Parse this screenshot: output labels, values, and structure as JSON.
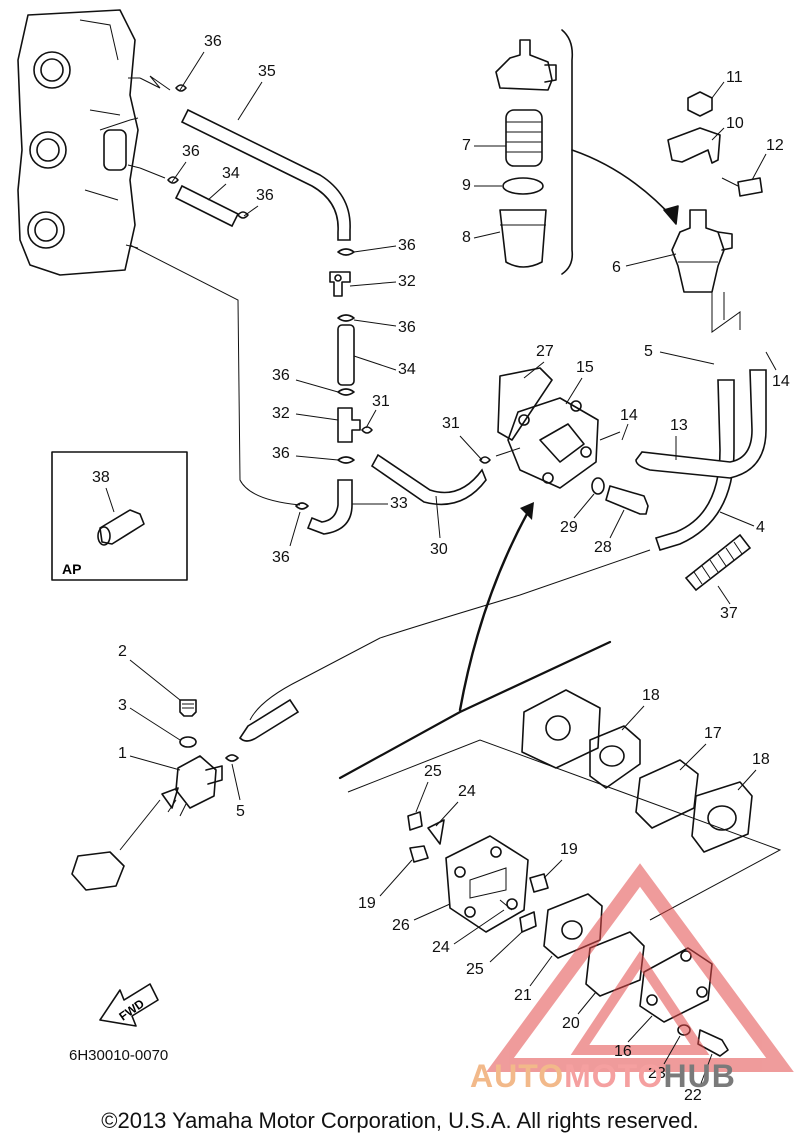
{
  "diagram": {
    "code": "6H30010-0070",
    "copyright": "©2013 Yamaha Motor Corporation, U.S.A. All rights reserved.",
    "inset_label": "AP",
    "direction_label": "FWD",
    "callouts": [
      {
        "ref": "36",
        "part": "clip"
      },
      {
        "ref": "35",
        "part": "hose"
      },
      {
        "ref": "36",
        "part": "clip"
      },
      {
        "ref": "34",
        "part": "hose"
      },
      {
        "ref": "36",
        "part": "clip"
      },
      {
        "ref": "36",
        "part": "clip"
      },
      {
        "ref": "32",
        "part": "joint"
      },
      {
        "ref": "36",
        "part": "clip"
      },
      {
        "ref": "34",
        "part": "hose"
      },
      {
        "ref": "36",
        "part": "clip"
      },
      {
        "ref": "32",
        "part": "joint"
      },
      {
        "ref": "31",
        "part": "clip"
      },
      {
        "ref": "36",
        "part": "clip"
      },
      {
        "ref": "33",
        "part": "hose"
      },
      {
        "ref": "36",
        "part": "clip"
      },
      {
        "ref": "30",
        "part": "hose"
      },
      {
        "ref": "31",
        "part": "clip"
      },
      {
        "ref": "7",
        "part": "filter element"
      },
      {
        "ref": "9",
        "part": "o-ring"
      },
      {
        "ref": "8",
        "part": "cup"
      },
      {
        "ref": "11",
        "part": "nut"
      },
      {
        "ref": "10",
        "part": "bracket"
      },
      {
        "ref": "12",
        "part": "bolt"
      },
      {
        "ref": "6",
        "part": "fuel filter"
      },
      {
        "ref": "5",
        "part": "clip"
      },
      {
        "ref": "14",
        "part": "clip"
      },
      {
        "ref": "27",
        "part": "gasket"
      },
      {
        "ref": "15",
        "part": "fuel pump"
      },
      {
        "ref": "14",
        "part": "clip"
      },
      {
        "ref": "13",
        "part": "hose"
      },
      {
        "ref": "4",
        "part": "fuel hose"
      },
      {
        "ref": "29",
        "part": "washer"
      },
      {
        "ref": "28",
        "part": "bolt"
      },
      {
        "ref": "37",
        "part": "protector"
      },
      {
        "ref": "38",
        "part": "joint"
      },
      {
        "ref": "2",
        "part": "screw"
      },
      {
        "ref": "3",
        "part": "washer"
      },
      {
        "ref": "1",
        "part": "fuel joint"
      },
      {
        "ref": "5",
        "part": "clip"
      },
      {
        "ref": "18",
        "part": "gasket"
      },
      {
        "ref": "17",
        "part": "diaphragm"
      },
      {
        "ref": "18",
        "part": "gasket"
      },
      {
        "ref": "25",
        "part": "screw"
      },
      {
        "ref": "24",
        "part": "valve"
      },
      {
        "ref": "19",
        "part": "nut"
      },
      {
        "ref": "19",
        "part": "nut"
      },
      {
        "ref": "26",
        "part": "pump body"
      },
      {
        "ref": "24",
        "part": "valve"
      },
      {
        "ref": "25",
        "part": "screw"
      },
      {
        "ref": "21",
        "part": "gasket"
      },
      {
        "ref": "20",
        "part": "diaphragm"
      },
      {
        "ref": "16",
        "part": "cover"
      },
      {
        "ref": "23",
        "part": "washer"
      },
      {
        "ref": "22",
        "part": "screw"
      }
    ]
  },
  "watermark": {
    "part1": "AUTO",
    "part2": "MOTO",
    "part3": "HUB",
    "triangle_color": "#e24a4a",
    "text_color_1": "#f2b98a",
    "text_color_2": "#f5a0a0",
    "text_color_3": "#7a7a7a"
  }
}
